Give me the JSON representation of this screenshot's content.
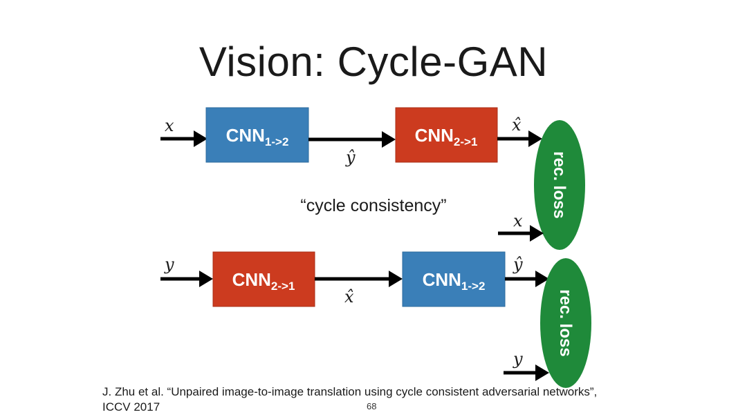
{
  "slide": {
    "title": "Vision: Cycle-GAN",
    "caption": "“cycle consistency”",
    "reference_line1": "J. Zhu et al. “Unpaired image-to-image translation using cycle consistent adversarial networks”,",
    "reference_line2": "ICCV 2017",
    "page_number": "68"
  },
  "colors": {
    "blue_box": "#3a7fb8",
    "red_box": "#cc3b1f",
    "loss_ellipse": "#1f8a3a",
    "arrow": "#000000"
  },
  "top_row": {
    "input_var": "x",
    "box1": {
      "base": "CNN",
      "sub": "1->2"
    },
    "mid_var": "ŷ",
    "box2": {
      "base": "CNN",
      "sub": "2->1"
    },
    "output_var": "x̂",
    "loss_label": "rec. loss",
    "loss_input_var": "x"
  },
  "bottom_row": {
    "input_var": "y",
    "box1": {
      "base": "CNN",
      "sub": "2->1"
    },
    "mid_var": "x̂",
    "box2": {
      "base": "CNN",
      "sub": "1->2"
    },
    "output_var": "ŷ",
    "loss_label": "rec. loss",
    "loss_input_var": "y"
  }
}
